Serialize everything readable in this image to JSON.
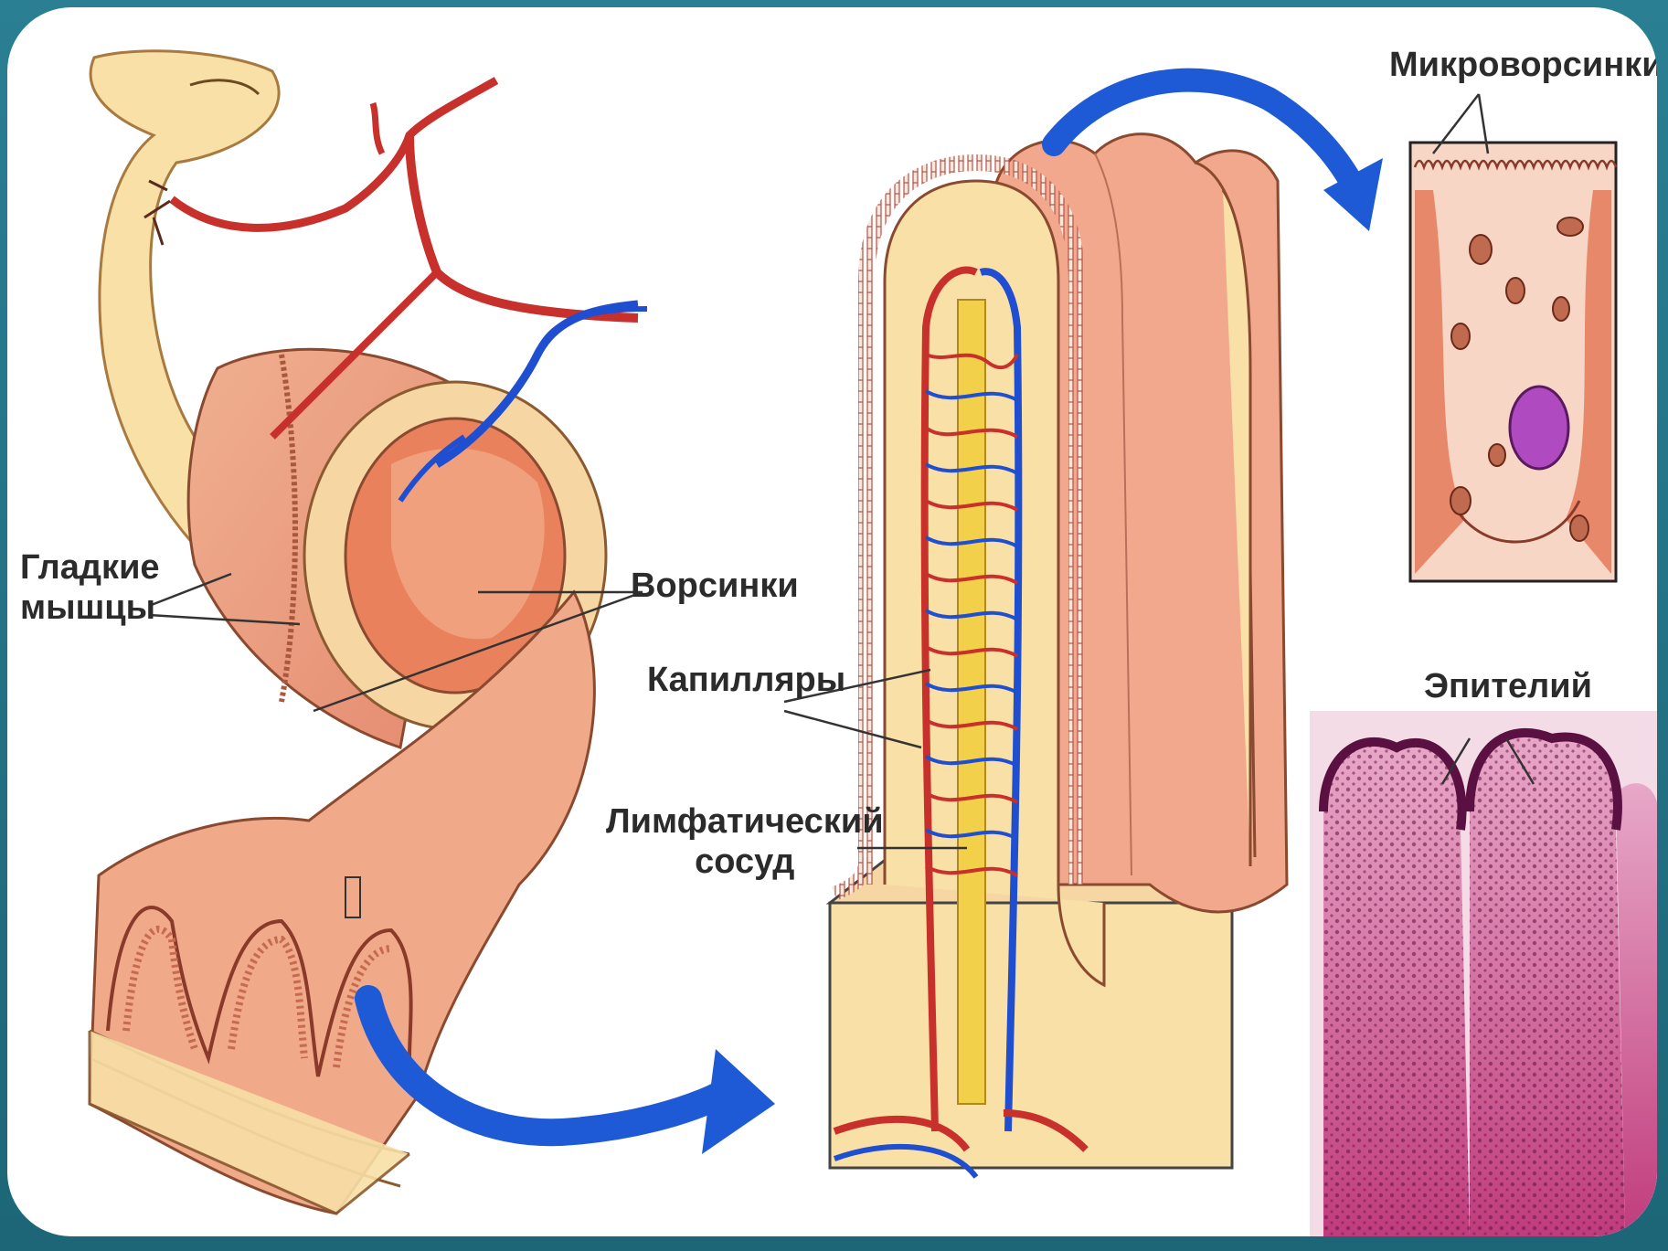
{
  "labels": {
    "smooth_muscle": [
      "Гладкие",
      "мышцы"
    ],
    "villi": "Ворсинки",
    "capillaries": "Капилляры",
    "lymphatic": [
      "Лимфатический",
      "сосуд"
    ],
    "microvilli": "Микроворсинки",
    "epithelium": "Эпителий"
  },
  "colors": {
    "frame": "#1f6f84",
    "artery": "#c8302c",
    "vein": "#1f4fd0",
    "arrow": "#1f5ad6",
    "intestine_outer": "#f8e0a6",
    "muscle": "#e9957a",
    "villus_pink": "#f2a88c",
    "lymph_core": "#f3d04a",
    "histology": "#c9447e"
  }
}
